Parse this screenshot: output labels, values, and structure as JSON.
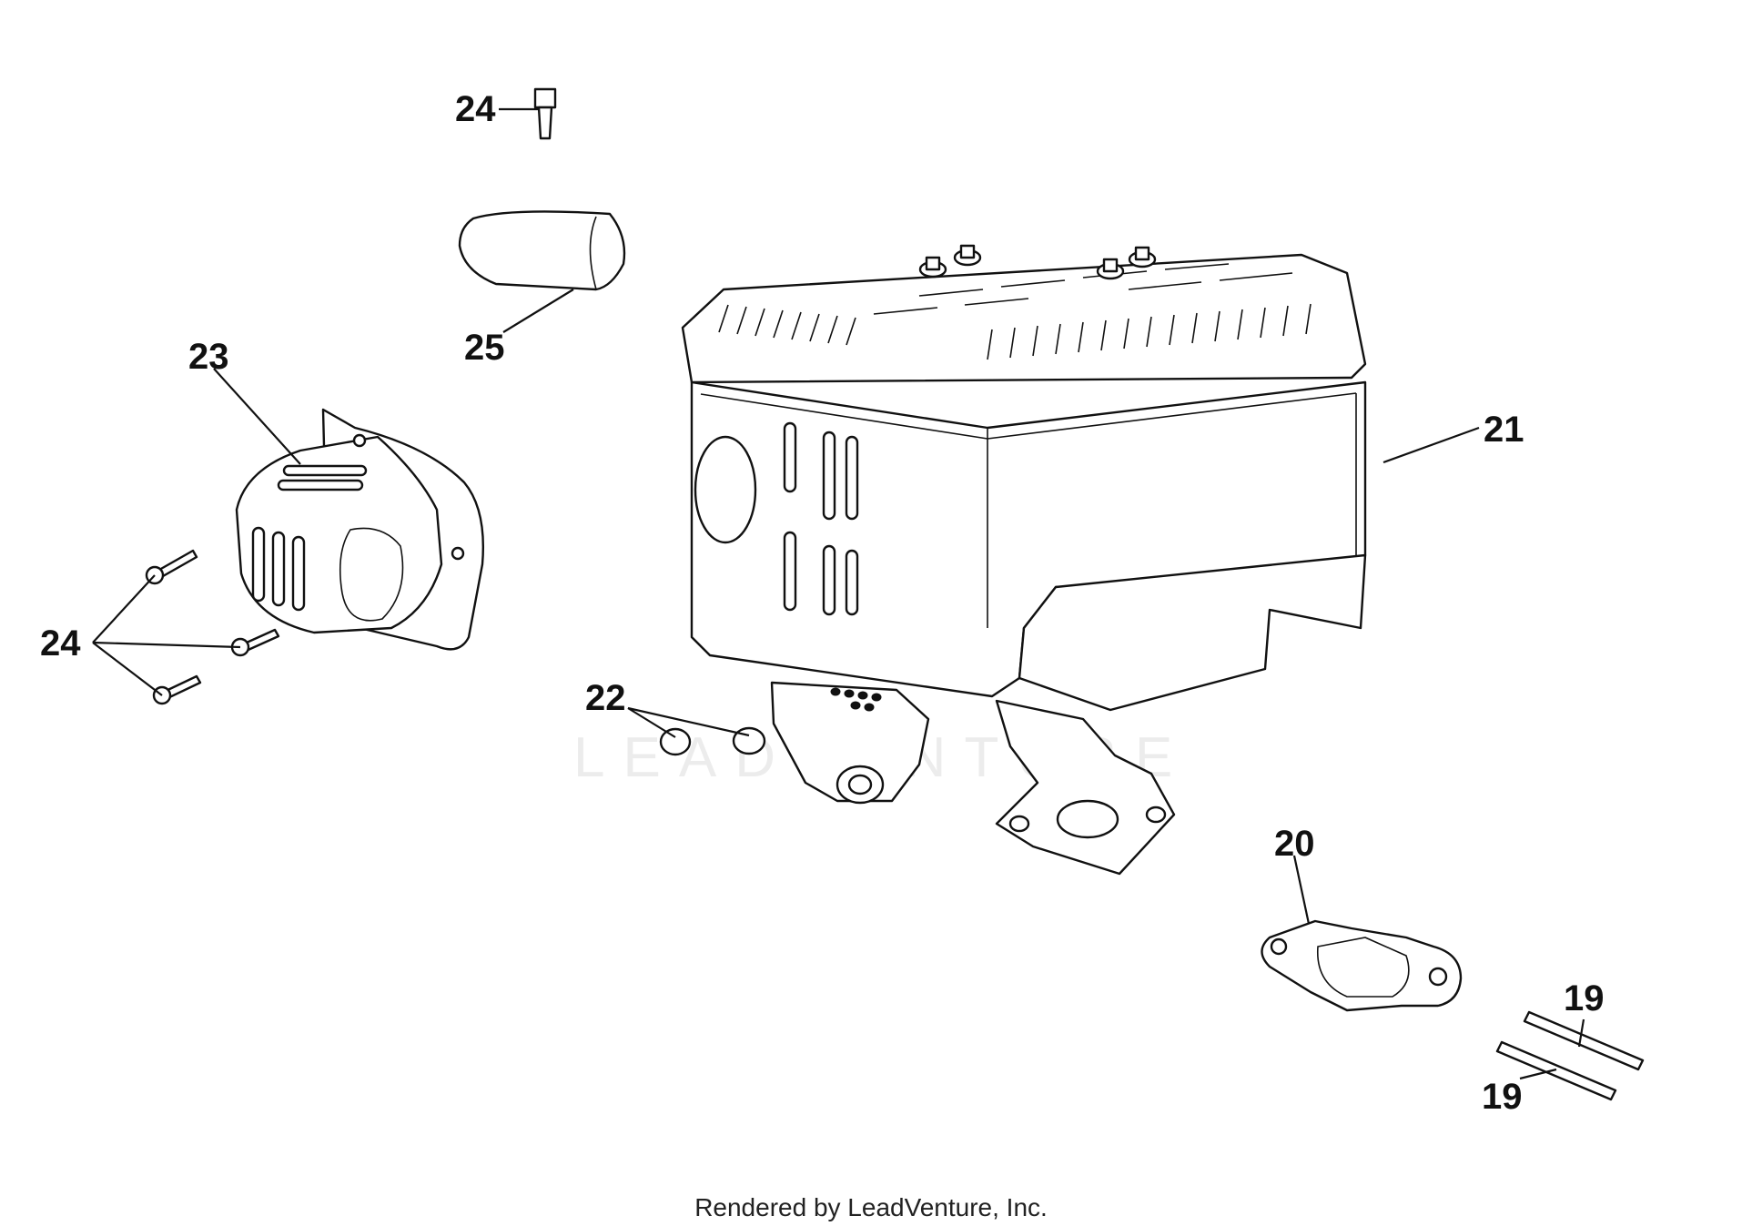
{
  "diagram": {
    "callouts": [
      {
        "id": "c24-top",
        "text": "24"
      },
      {
        "id": "c25",
        "text": "25"
      },
      {
        "id": "c23",
        "text": "23"
      },
      {
        "id": "c24-left",
        "text": "24"
      },
      {
        "id": "c22",
        "text": "22"
      },
      {
        "id": "c21",
        "text": "21"
      },
      {
        "id": "c20",
        "text": "20"
      },
      {
        "id": "c19-a",
        "text": "19"
      },
      {
        "id": "c19-b",
        "text": "19"
      }
    ],
    "watermark": "LEADVENTURE",
    "footer": "Rendered by LeadVenture, Inc."
  }
}
